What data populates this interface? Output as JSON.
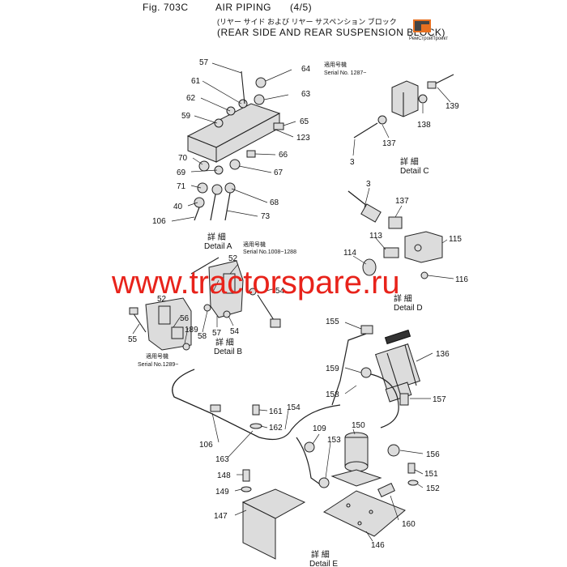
{
  "header": {
    "fig": "Fig. 703C",
    "title": "AIR PIPING",
    "sheet": "(4/5)",
    "jp_title": "(リヤー サイド および リヤー サスペンション ブロック",
    "en_title": "(REAR SIDE AND REAR SUSPENSION BLOCK)"
  },
  "logo": {
    "text": "РемСтройПроект"
  },
  "watermark": {
    "text": "www.tractorspare.ru",
    "color": "#e8231b"
  },
  "details": {
    "A": {
      "jp": "詳 細",
      "label": "Detail A"
    },
    "B": {
      "jp": "詳 細",
      "label": "Detail B"
    },
    "C": {
      "jp": "詳 細",
      "label": "Detail C"
    },
    "D": {
      "jp": "詳 細",
      "label": "Detail D"
    },
    "E": {
      "jp": "詳 細",
      "label": "Detail E"
    }
  },
  "serials": {
    "top": {
      "jp": "適用号機",
      "text": "Serial No. 1287~"
    },
    "b_upper": {
      "jp": "適用号機",
      "text": "Serial No.1008~1288"
    },
    "b_lower": {
      "jp": "適用号機",
      "text": "Serial No.1289~"
    }
  },
  "callouts": [
    "57",
    "64",
    "61",
    "63",
    "62",
    "59",
    "65",
    "123",
    "66",
    "70",
    "67",
    "69",
    "71",
    "68",
    "40",
    "73",
    "106",
    "139",
    "138",
    "137",
    "3",
    "3",
    "137",
    "115",
    "114",
    "113",
    "116",
    "52",
    "52",
    "54",
    "55",
    "56",
    "189",
    "58",
    "57",
    "54",
    "155",
    "136",
    "159",
    "158",
    "157",
    "161",
    "154",
    "162",
    "106",
    "163",
    "109",
    "150",
    "153",
    "156",
    "148",
    "151",
    "149",
    "152",
    "147",
    "160",
    "146"
  ]
}
